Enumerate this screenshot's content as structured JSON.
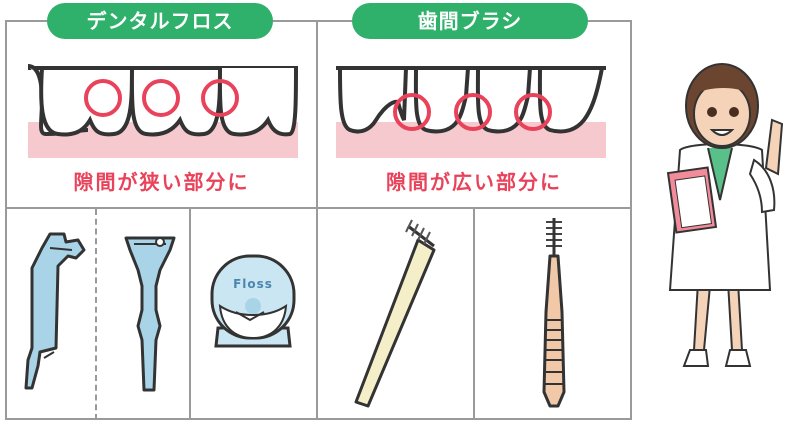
{
  "left_section": {
    "title": "デンタルフロス",
    "caption": "隙間が狭い部分に"
  },
  "right_section": {
    "title": "歯間ブラシ",
    "caption": "隙間が広い部分に"
  },
  "floss_case": {
    "label": "Floss"
  },
  "colors": {
    "pill_green": "#2fb06b",
    "highlight_red": "#e8435a",
    "gum_pink": "#f6c9cf",
    "tool_blue": "#a9d4e8",
    "brush_cream": "#f4efc8"
  }
}
